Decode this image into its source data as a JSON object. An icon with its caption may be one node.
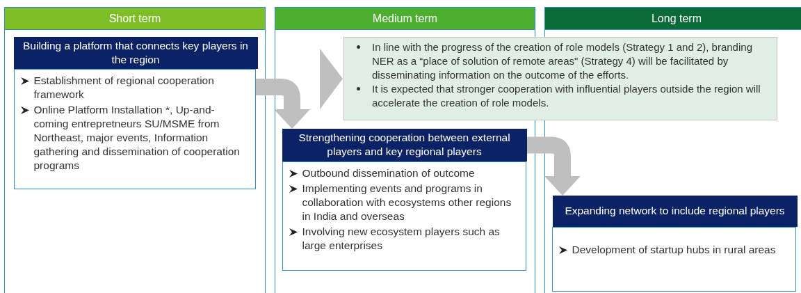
{
  "diagram": {
    "nodes": [
      {
        "text": [
          "Short term"
        ]
      },
      {
        "text": [
          "Building a platform that connects key players in the region"
        ],
        "in": 0
      },
      {
        "text": [
          "Establishment of regional cooperation framework",
          "Online Platform Installation *, Up-and-coming entrepretneurs SU/MSME from Northeast, major events, Information gathering and dissemination of cooperation programs"
        ],
        "in": 0
      },
      {
        "text": [
          "Medium term"
        ]
      },
      {
        "text": [
          "In line with the progress of the creation of role models (Strategy 1 and 2), branding NER as a “place of solution of remote areas\" (Strategy 4) will be facilitated by disseminating information on the outcome of the efforts.",
          "It is expected that stronger cooperation with influential players outside the region will accelerate the creation of role models."
        ]
      },
      {
        "text": [
          "Strengthening cooperation between external players and key regional players"
        ],
        "in": 3
      },
      {
        "text": [
          "Outbound dissemination of outcome",
          "Implementing events and programs in collaboration with ecosystems other regions in India and overseas",
          "Involving new ecosystem players such as large enterprises"
        ],
        "in": 3
      },
      {
        "text": [
          "Long term"
        ]
      },
      {
        "text": [
          "Expanding network to include regional players"
        ],
        "in": 7
      },
      {
        "text": [
          "Development of startup hubs in rural areas"
        ],
        "in": 7
      }
    ],
    "edges": [
      {
        "from": 2,
        "to": 5,
        "arrow": "to"
      },
      {
        "from": 5,
        "to": 8,
        "arrow": "to"
      },
      {
        "from": null,
        "to": 4,
        "arrow": "to"
      }
    ]
  }
}
